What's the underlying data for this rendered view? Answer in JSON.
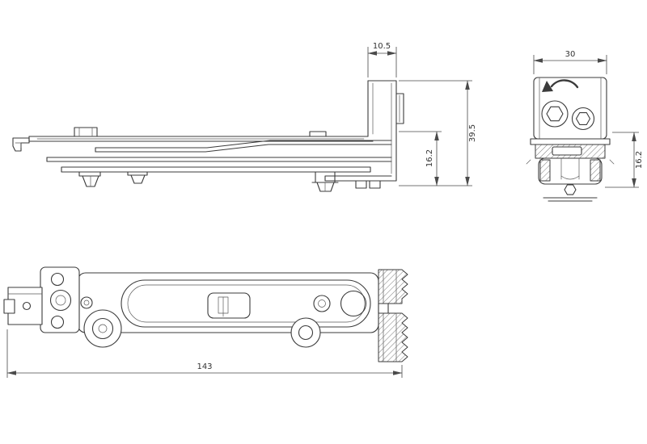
{
  "drawing": {
    "dimensions": {
      "side_view": {
        "bracket_width": "10.5",
        "overall_height": "39.5",
        "arm_height": "16.2"
      },
      "end_view": {
        "width": "30",
        "wheel_height": "16.2"
      },
      "plan_view": {
        "overall_length": "143"
      }
    },
    "colors": {
      "line": "#3b3b3b",
      "dimension": "#4a4a4a",
      "background": "#ffffff"
    }
  }
}
